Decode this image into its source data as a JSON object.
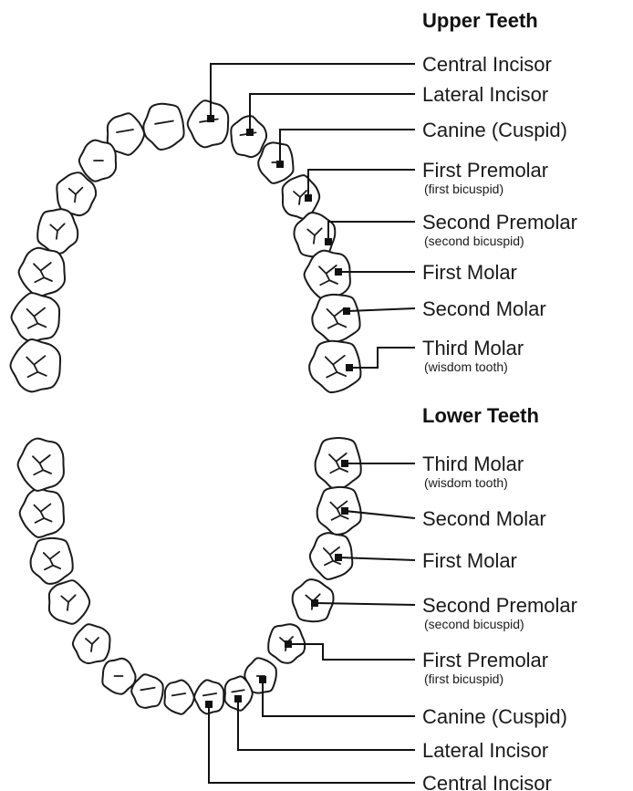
{
  "upper": {
    "heading": "Upper Teeth",
    "labels": [
      {
        "name": "Central Incisor",
        "sub": ""
      },
      {
        "name": "Lateral Incisor",
        "sub": ""
      },
      {
        "name": "Canine (Cuspid)",
        "sub": ""
      },
      {
        "name": "First Premolar",
        "sub": "(first bicuspid)"
      },
      {
        "name": "Second Premolar",
        "sub": "(second bicuspid)"
      },
      {
        "name": "First Molar",
        "sub": ""
      },
      {
        "name": "Second Molar",
        "sub": ""
      },
      {
        "name": "Third Molar",
        "sub": "(wisdom tooth)"
      }
    ]
  },
  "lower": {
    "heading": "Lower Teeth",
    "labels": [
      {
        "name": "Third Molar",
        "sub": "(wisdom tooth)"
      },
      {
        "name": "Second Molar",
        "sub": ""
      },
      {
        "name": "First Molar",
        "sub": ""
      },
      {
        "name": "Second Premolar",
        "sub": "(second bicuspid)"
      },
      {
        "name": "First Premolar",
        "sub": "(first bicuspid)"
      },
      {
        "name": "Canine (Cuspid)",
        "sub": ""
      },
      {
        "name": "Lateral Incisor",
        "sub": ""
      },
      {
        "name": "Central Incisor",
        "sub": ""
      }
    ]
  }
}
